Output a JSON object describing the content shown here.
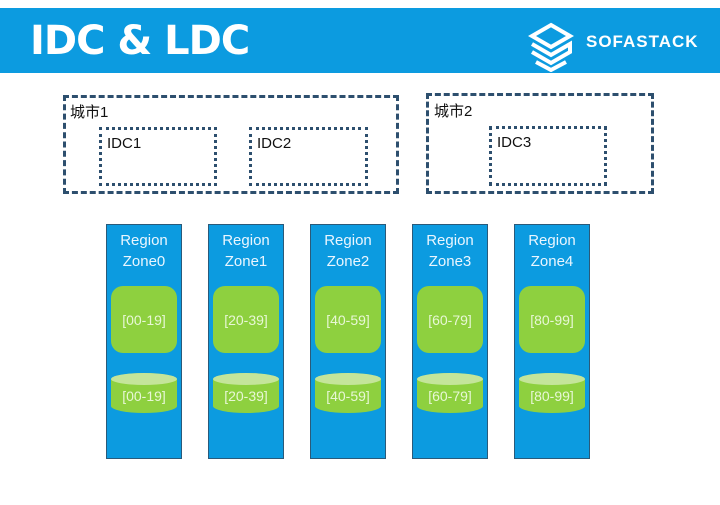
{
  "header": {
    "title": "IDC & LDC",
    "brand": "SOFASTACK"
  },
  "cities": [
    {
      "label": "城市1",
      "idcs": [
        "IDC1",
        "IDC2"
      ]
    },
    {
      "label": "城市2",
      "idcs": [
        "IDC3"
      ]
    }
  ],
  "zones": [
    {
      "line1": "Region",
      "line2": "Zone0",
      "shard": "[00-19]",
      "db": "[00-19]"
    },
    {
      "line1": "Region",
      "line2": "Zone1",
      "shard": "[20-39]",
      "db": "[20-39]"
    },
    {
      "line1": "Region",
      "line2": "Zone2",
      "shard": "[40-59]",
      "db": "[40-59]"
    },
    {
      "line1": "Region",
      "line2": "Zone3",
      "shard": "[60-79]",
      "db": "[60-79]"
    },
    {
      "line1": "Region",
      "line2": "Zone4",
      "shard": "[80-99]",
      "db": "[80-99]"
    }
  ],
  "colors": {
    "blue": "#0c9be0",
    "green": "#8ed03f",
    "dash": "#2d4f6e"
  }
}
